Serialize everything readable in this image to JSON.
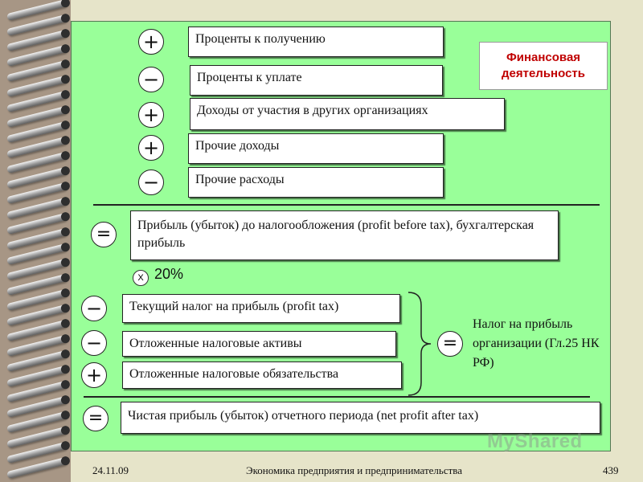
{
  "rows": {
    "interest_income": "Проценты к получению",
    "interest_payable": "Проценты к уплате",
    "income_participation": "Доходы от участия в других организациях",
    "other_income": "Прочие доходы",
    "other_expenses": "Прочие расходы",
    "profit_before_tax": "Прибыль (убыток) до налогообложения (profit before tax), бухгалтерская прибыль",
    "current_tax": "Текущий налог на прибыль (profit tax)",
    "deferred_tax_assets": "Отложенные налоговые активы",
    "deferred_tax_liabilities": "Отложенные налоговые обязательства",
    "net_profit": "Чистая прибыль (убыток) отчетного периода (net profit after tax)"
  },
  "signs": {
    "plus": "+",
    "minus": "−",
    "equals": "="
  },
  "section_label": "Финансовая деятельность",
  "multiplier": {
    "symbol": "X",
    "rate": "20%"
  },
  "tax_note": "Налог на прибыль организации (Гл.25 НК РФ)",
  "footer": {
    "date": "24.11.09",
    "title": "Экономика предприятия и предпринимательства",
    "page": "439"
  },
  "watermark": "MyShared",
  "colors": {
    "slide_bg": "#99ff99",
    "label_red": "#c00000",
    "page_bg": "#e6e4c9"
  }
}
